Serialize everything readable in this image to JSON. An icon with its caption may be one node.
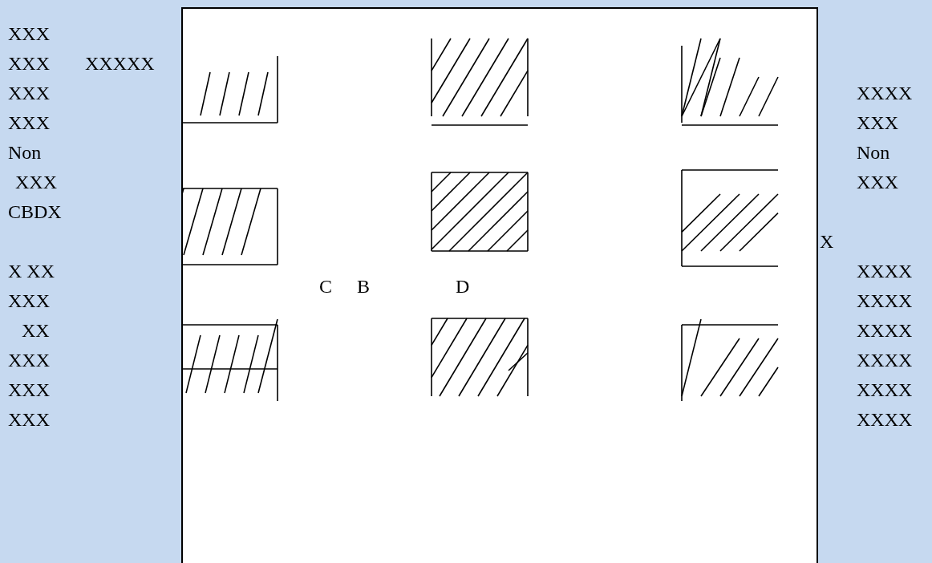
{
  "diagram": {
    "labels": [
      "XXX",
      "XXX",
      "XXXXX",
      "XXX",
      "XXX",
      "Non",
      "XXX",
      "CBDX",
      "X XX",
      "XXX",
      "XX",
      "XXX",
      "XXX",
      "XXX",
      "C",
      "B",
      "D",
      "XXXX",
      "XXX",
      "Non",
      "XXX",
      "X",
      "XXXX",
      "XXXX",
      "XXXX",
      "XXXX",
      "XXXX",
      "XXXX"
    ]
  }
}
